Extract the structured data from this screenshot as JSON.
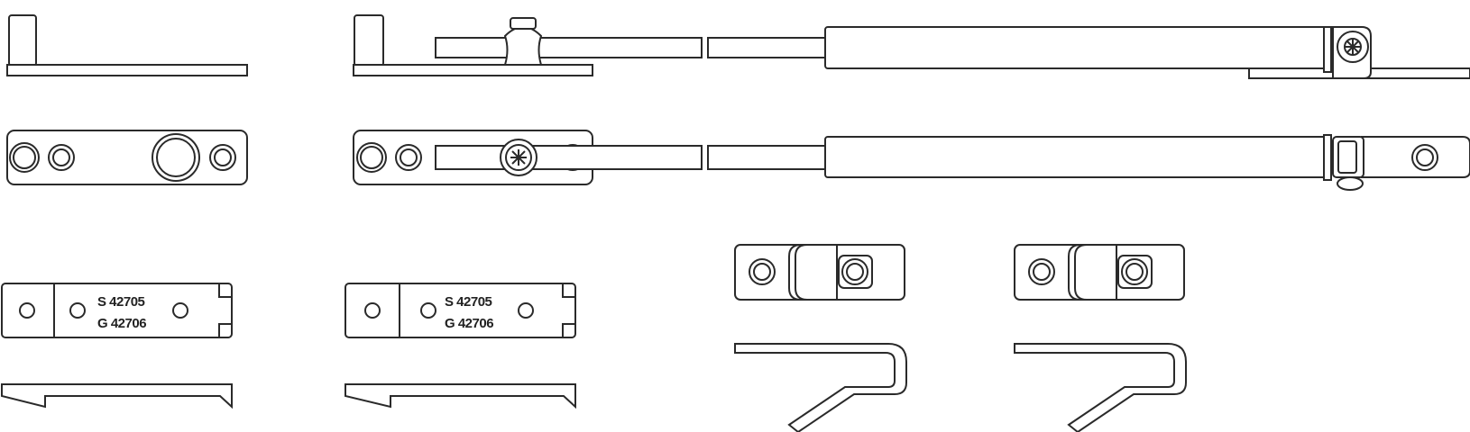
{
  "part_labels": {
    "left": {
      "line1": "S 42705",
      "line2": "G 42706"
    },
    "right": {
      "line1": "S 42705",
      "line2": "G 42706"
    }
  }
}
